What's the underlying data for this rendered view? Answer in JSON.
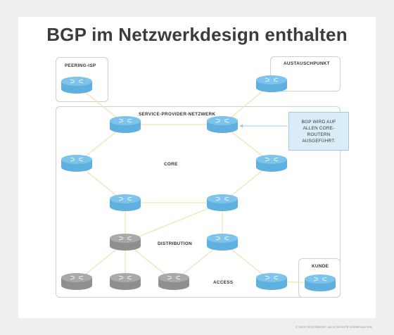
{
  "title": "BGP im Netzwerkdesign enthalten",
  "labels": {
    "peering": "PEERING-ISP",
    "austausch": "AUSTAUSCHPUNKT",
    "service": "SERVICE-PROVIDER-NETZWERK",
    "core": "CORE",
    "distribution": "DISTRIBUTION",
    "access": "ACCESS",
    "kunde": "KUNDE"
  },
  "note": "BGP WIRD AUF ALLEN CORE-ROUTERN AUSGEFÜHRT.",
  "credit": "© 2023 TECHTARGET. ALLE RECHTE VORBEHALTEN.",
  "colors": {
    "router_blue": "#7cc4ec",
    "router_gray": "#a9a9a9",
    "link": "#ede6b0",
    "note_bg": "#d9ecf7"
  },
  "routers": [
    {
      "id": "peering-router",
      "kind": "blue"
    },
    {
      "id": "austausch-router",
      "kind": "blue"
    },
    {
      "id": "core-top-left",
      "kind": "blue"
    },
    {
      "id": "core-top-right",
      "kind": "blue"
    },
    {
      "id": "core-mid-left",
      "kind": "blue"
    },
    {
      "id": "core-mid-right",
      "kind": "blue"
    },
    {
      "id": "core-low-left",
      "kind": "blue"
    },
    {
      "id": "core-low-right",
      "kind": "blue"
    },
    {
      "id": "distribution-left",
      "kind": "gray"
    },
    {
      "id": "distribution-right",
      "kind": "blue"
    },
    {
      "id": "access-1",
      "kind": "gray"
    },
    {
      "id": "access-2",
      "kind": "gray"
    },
    {
      "id": "access-3",
      "kind": "gray"
    },
    {
      "id": "access-4",
      "kind": "blue"
    },
    {
      "id": "kunde-router",
      "kind": "blue"
    }
  ],
  "links": [
    [
      "peering-router",
      "core-top-left"
    ],
    [
      "austausch-router",
      "core-top-right"
    ],
    [
      "core-top-left",
      "core-top-right"
    ],
    [
      "core-top-left",
      "core-mid-left"
    ],
    [
      "core-top-right",
      "core-mid-right"
    ],
    [
      "core-mid-left",
      "core-low-left"
    ],
    [
      "core-mid-right",
      "core-low-right"
    ],
    [
      "core-low-left",
      "core-low-right"
    ],
    [
      "core-low-left",
      "distribution-left"
    ],
    [
      "core-low-right",
      "distribution-left"
    ],
    [
      "core-low-right",
      "distribution-right"
    ],
    [
      "distribution-left",
      "access-1"
    ],
    [
      "distribution-left",
      "access-2"
    ],
    [
      "distribution-left",
      "access-3"
    ],
    [
      "distribution-right",
      "access-3"
    ],
    [
      "distribution-right",
      "access-4"
    ],
    [
      "access-4",
      "kunde-router"
    ]
  ]
}
